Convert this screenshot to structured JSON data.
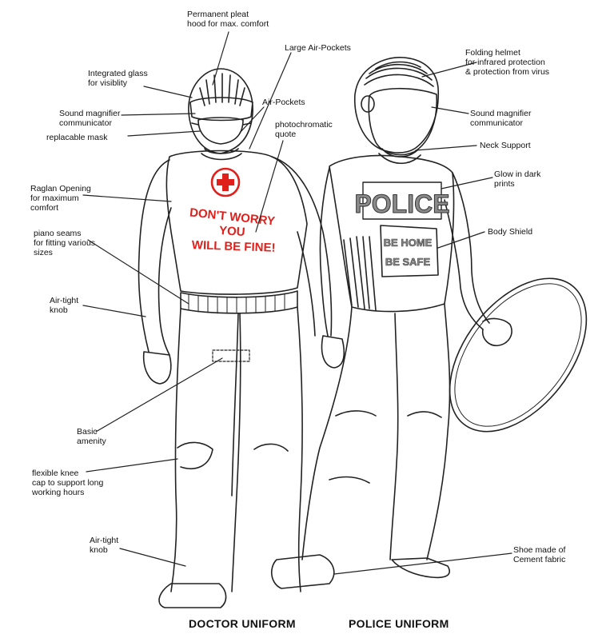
{
  "colors": {
    "line": "#222222",
    "accent": "#e0201b"
  },
  "doctor": {
    "caption": "DOCTOR UNIFORM",
    "shirt_line1": "DON'T WORRY",
    "shirt_line2": "YOU",
    "shirt_line3": "WILL BE FINE!",
    "icon": "red-cross-icon"
  },
  "police": {
    "caption": "POLICE UNIFORM",
    "vest_title": "POLICE",
    "vest_line1": "BE HOME",
    "vest_line2": "BE SAFE"
  },
  "labels": {
    "permanent_pleat": "Permanent pleat\nhood for max. comfort",
    "integrated_glass": "Integrated glass\nfor visiblity",
    "sound_left": "Sound magnifier\ncommunicator",
    "mask": "replacable mask",
    "large_air": "Large Air-Pockets",
    "air_pockets": "Air-Pockets",
    "photochromatic": "photochromatic\nquote",
    "raglan": "Raglan Opening\nfor maximum\ncomfort",
    "piano": "piano seams\nfor fitting various\nsizes",
    "airtight_top": "Air-tight\nknob",
    "basic": "Basic\namenity",
    "flexible": "flexible knee\ncap to support long\nworking hours",
    "airtight_bottom": "Air-tight\nknob",
    "folding": "Folding helmet\nfor infrared protection\n& protection from virus",
    "sound_right": "Sound magnifier\ncommunicator",
    "neck": "Neck Support",
    "glow": "Glow in dark\nprints",
    "body_shield": "Body Shield",
    "shoe": "Shoe made of\nCement fabric"
  }
}
